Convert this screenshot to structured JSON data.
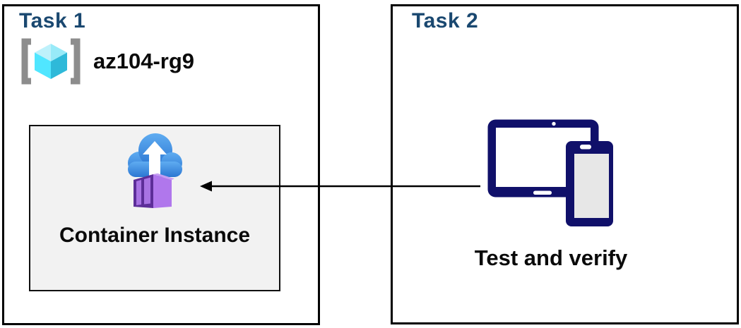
{
  "task1": {
    "title": "Task 1",
    "resource_group": {
      "name": "az104-rg9"
    },
    "container_instance": {
      "label": "Container Instance"
    }
  },
  "task2": {
    "title": "Task 2",
    "caption": "Test and verify"
  },
  "connector": {
    "from": "task2-devices",
    "to": "container-instance",
    "direction": "left"
  },
  "icons": {
    "resource_group": "resource-group-icon",
    "container_instance": "container-instances-icon",
    "devices": "tablet-and-phone-icon",
    "connector": "arrow-left-icon"
  },
  "colors": {
    "title_blue": "#1A4870",
    "device_navy": "#10106A",
    "cloud_blue_top": "#5FACF1",
    "cloud_blue_bottom": "#2B76D2",
    "container_purple": "#B077EC",
    "container_door_dark": "#5D2E99",
    "container_door_panel": "#A873E3",
    "cube_cyan_light": "#BEF1FB",
    "cube_cyan_mid": "#98EAF8",
    "cube_cyan": "#50E6FF",
    "cube_teal": "#2EB9D9",
    "bracket_gray": "#8D8D8D",
    "panel_bg": "#F2F2F2",
    "border_black": "#000000"
  }
}
